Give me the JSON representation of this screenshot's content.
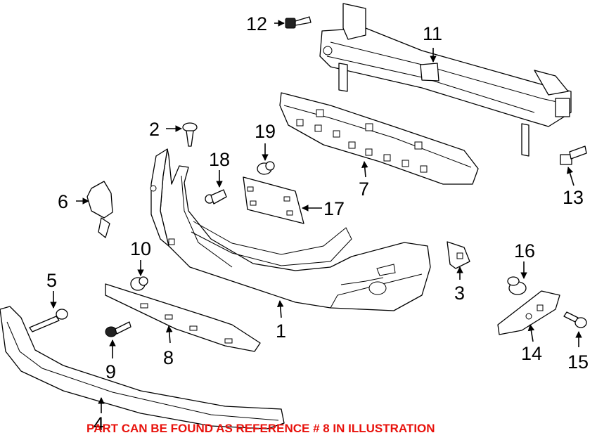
{
  "callouts": {
    "c1": "1",
    "c2": "2",
    "c3": "3",
    "c4": "4",
    "c5": "5",
    "c6": "6",
    "c7": "7",
    "c8": "8",
    "c9": "9",
    "c10": "10",
    "c11": "11",
    "c12": "12",
    "c13": "13",
    "c14": "14",
    "c15": "15",
    "c16": "16",
    "c17": "17",
    "c18": "18",
    "c19": "19"
  },
  "footer_note": "PART CAN BE FOUND AS REFERENCE # 8 IN ILLUSTRATION",
  "colors": {
    "note": "#e8120c",
    "lines": "#000000",
    "background": "#ffffff"
  }
}
